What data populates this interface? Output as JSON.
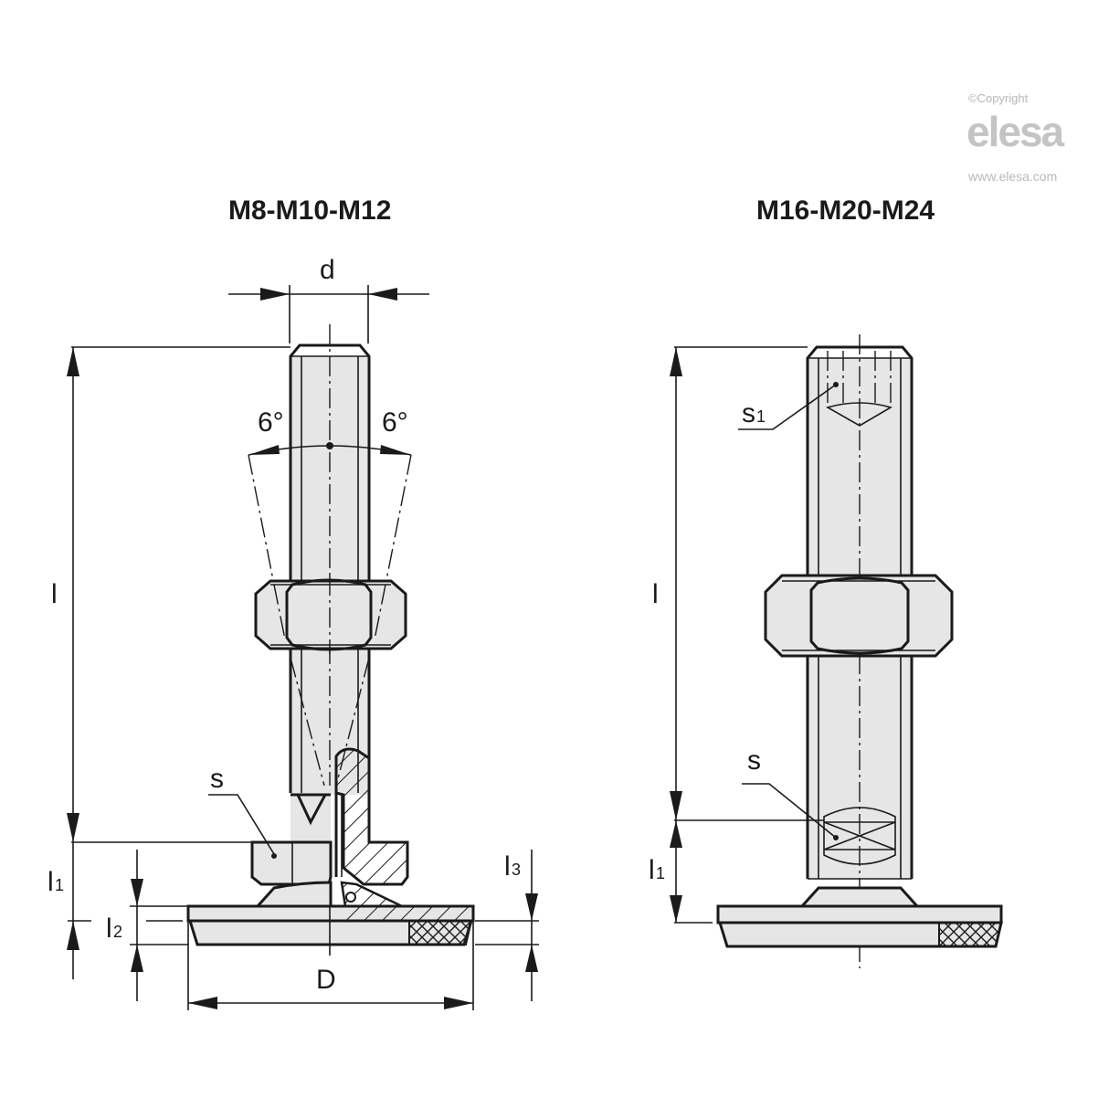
{
  "watermark": {
    "copyright": "©Copyright",
    "brand": "elesa",
    "url": "www.elesa.com"
  },
  "views": [
    {
      "title": "M8-M10-M12",
      "labels": {
        "d": "d",
        "l": "l",
        "l1": "l",
        "l1_sub": "1",
        "l2": "l",
        "l2_sub": "2",
        "l3": "l",
        "l3_sub": "3",
        "D": "D",
        "s": "s",
        "angle_left": "6°",
        "angle_right": "6°"
      }
    },
    {
      "title": "M16-M20-M24",
      "labels": {
        "l": "l",
        "l1": "l",
        "l1_sub": "1",
        "s": "s",
        "s1": "s",
        "s1_sub": "1"
      }
    }
  ],
  "colors": {
    "line": "#1a1a1a",
    "fill": "#e6e6e6",
    "watermark": "#c4c4c4"
  }
}
